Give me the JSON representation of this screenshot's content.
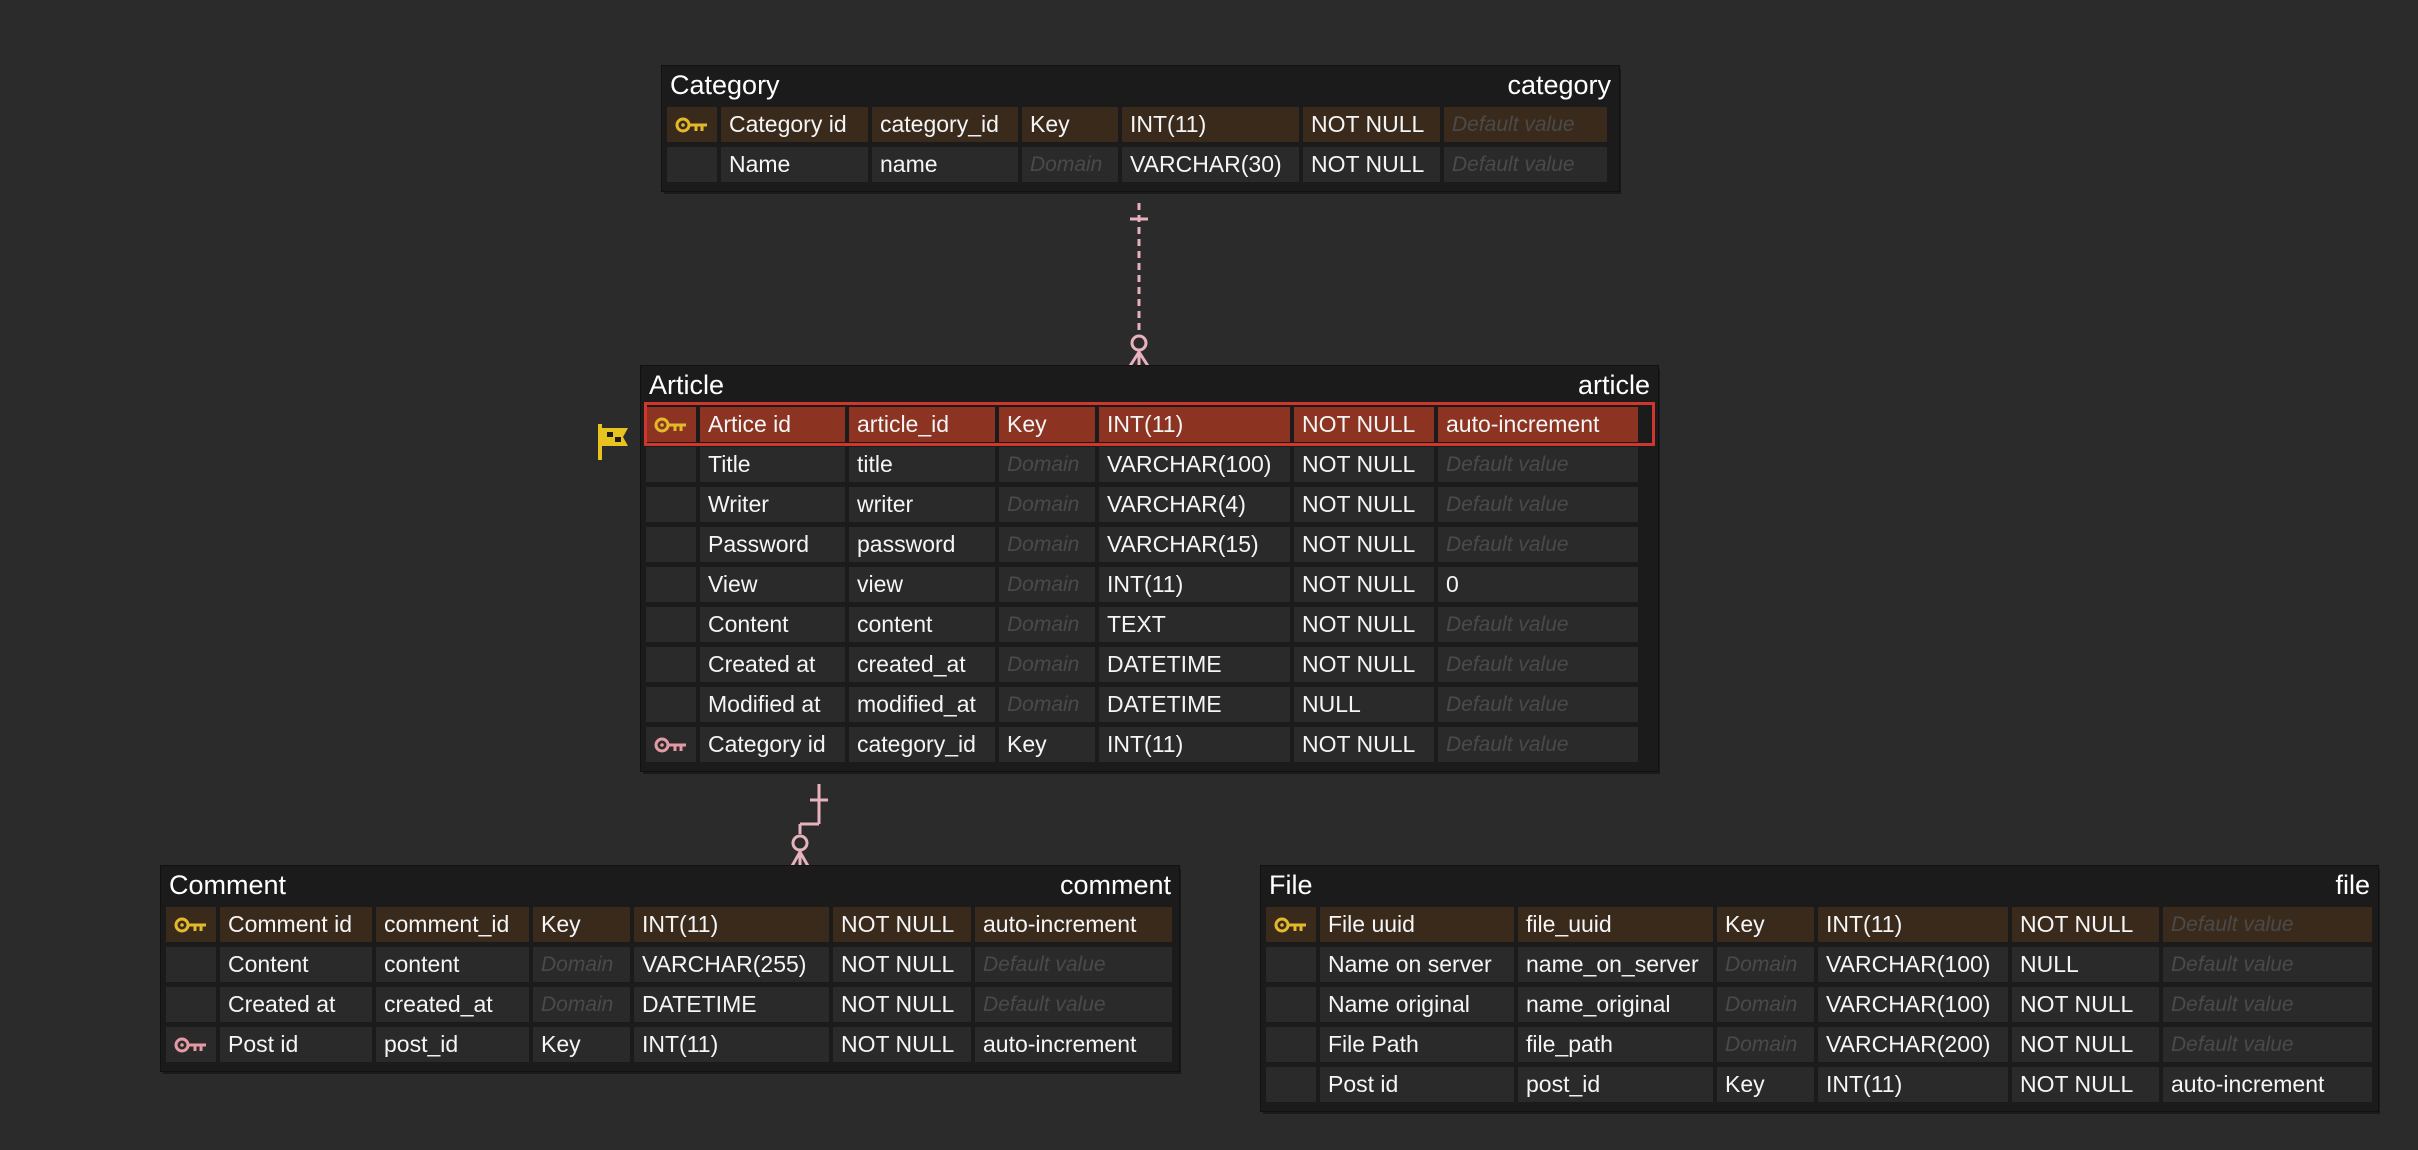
{
  "colors": {
    "background": "#2b2b2b",
    "pk_key": "#e2b92a",
    "fk_key": "#e39aa5",
    "selected_row": "#8c3322",
    "selected_border": "#d0362b",
    "pk_row": "#3a2a1c",
    "relation_line": "#e7b2bd"
  },
  "entities": [
    {
      "logical": "Category",
      "physical": "category",
      "rows": [
        {
          "icon": "pk",
          "name": "Category id",
          "column": "category_id",
          "domain": "Key",
          "type": "INT(11)",
          "null": "NOT NULL",
          "default": "Default value",
          "default_placeholder": true
        },
        {
          "icon": "",
          "name": "Name",
          "column": "name",
          "domain": "Domain",
          "domain_placeholder": true,
          "type": "VARCHAR(30)",
          "null": "NOT NULL",
          "default": "Default value",
          "default_placeholder": true
        }
      ]
    },
    {
      "logical": "Article",
      "physical": "article",
      "rows": [
        {
          "icon": "pk",
          "selected": true,
          "name": "Artice id",
          "column": "article_id",
          "domain": "Key",
          "type": "INT(11)",
          "null": "NOT NULL",
          "default": "auto-increment"
        },
        {
          "icon": "",
          "name": "Title",
          "column": "title",
          "domain": "Domain",
          "domain_placeholder": true,
          "type": "VARCHAR(100)",
          "null": "NOT NULL",
          "default": "Default value",
          "default_placeholder": true
        },
        {
          "icon": "",
          "name": "Writer",
          "column": "writer",
          "domain": "Domain",
          "domain_placeholder": true,
          "type": "VARCHAR(4)",
          "null": "NOT NULL",
          "default": "Default value",
          "default_placeholder": true
        },
        {
          "icon": "",
          "name": "Password",
          "column": "password",
          "domain": "Domain",
          "domain_placeholder": true,
          "type": "VARCHAR(15)",
          "null": "NOT NULL",
          "default": "Default value",
          "default_placeholder": true
        },
        {
          "icon": "",
          "name": "View",
          "column": "view",
          "domain": "Domain",
          "domain_placeholder": true,
          "type": "INT(11)",
          "null": "NOT NULL",
          "default": "0"
        },
        {
          "icon": "",
          "name": "Content",
          "column": "content",
          "domain": "Domain",
          "domain_placeholder": true,
          "type": "TEXT",
          "null": "NOT NULL",
          "default": "Default value",
          "default_placeholder": true
        },
        {
          "icon": "",
          "name": "Created at",
          "column": "created_at",
          "domain": "Domain",
          "domain_placeholder": true,
          "type": "DATETIME",
          "null": "NOT NULL",
          "default": "Default value",
          "default_placeholder": true
        },
        {
          "icon": "",
          "name": "Modified at",
          "column": "modified_at",
          "domain": "Domain",
          "domain_placeholder": true,
          "type": "DATETIME",
          "null": "NULL",
          "default": "Default value",
          "default_placeholder": true
        },
        {
          "icon": "fk",
          "name": "Category id",
          "column": "category_id",
          "domain": "Key",
          "type": "INT(11)",
          "null": "NOT NULL",
          "default": "Default value",
          "default_placeholder": true
        }
      ]
    },
    {
      "logical": "Comment",
      "physical": "comment",
      "rows": [
        {
          "icon": "pk",
          "name": "Comment id",
          "column": "comment_id",
          "domain": "Key",
          "type": "INT(11)",
          "null": "NOT NULL",
          "default": "auto-increment"
        },
        {
          "icon": "",
          "name": "Content",
          "column": "content",
          "domain": "Domain",
          "domain_placeholder": true,
          "type": "VARCHAR(255)",
          "null": "NOT NULL",
          "default": "Default value",
          "default_placeholder": true
        },
        {
          "icon": "",
          "name": "Created at",
          "column": "created_at",
          "domain": "Domain",
          "domain_placeholder": true,
          "type": "DATETIME",
          "null": "NOT NULL",
          "default": "Default value",
          "default_placeholder": true
        },
        {
          "icon": "fk",
          "name": "Post id",
          "column": "post_id",
          "domain": "Key",
          "type": "INT(11)",
          "null": "NOT NULL",
          "default": "auto-increment"
        }
      ]
    },
    {
      "logical": "File",
      "physical": "file",
      "rows": [
        {
          "icon": "pk",
          "name": "File uuid",
          "column": "file_uuid",
          "domain": "Key",
          "type": "INT(11)",
          "null": "NOT NULL",
          "default": "Default value",
          "default_placeholder": true
        },
        {
          "icon": "",
          "name": "Name  on server",
          "column": "name_on_server",
          "domain": "Domain",
          "domain_placeholder": true,
          "type": "VARCHAR(100)",
          "null": "NULL",
          "default": "Default value",
          "default_placeholder": true
        },
        {
          "icon": "",
          "name": "Name original",
          "column": "name_original",
          "domain": "Domain",
          "domain_placeholder": true,
          "type": "VARCHAR(100)",
          "null": "NOT NULL",
          "default": "Default value",
          "default_placeholder": true
        },
        {
          "icon": "",
          "name": "File Path",
          "column": "file_path",
          "domain": "Domain",
          "domain_placeholder": true,
          "type": "VARCHAR(200)",
          "null": "NOT NULL",
          "default": "Default value",
          "default_placeholder": true
        },
        {
          "icon": "",
          "name": "Post id",
          "column": "post_id",
          "domain": "Key",
          "type": "INT(11)",
          "null": "NOT NULL",
          "default": "auto-increment"
        }
      ]
    }
  ],
  "relationships": [
    {
      "from": "category",
      "to": "article",
      "from_end": "one",
      "to_end": "zero-or-many",
      "style": "dashed"
    },
    {
      "from": "article",
      "to": "comment",
      "from_end": "one",
      "to_end": "zero-or-many",
      "style": "solid"
    }
  ]
}
